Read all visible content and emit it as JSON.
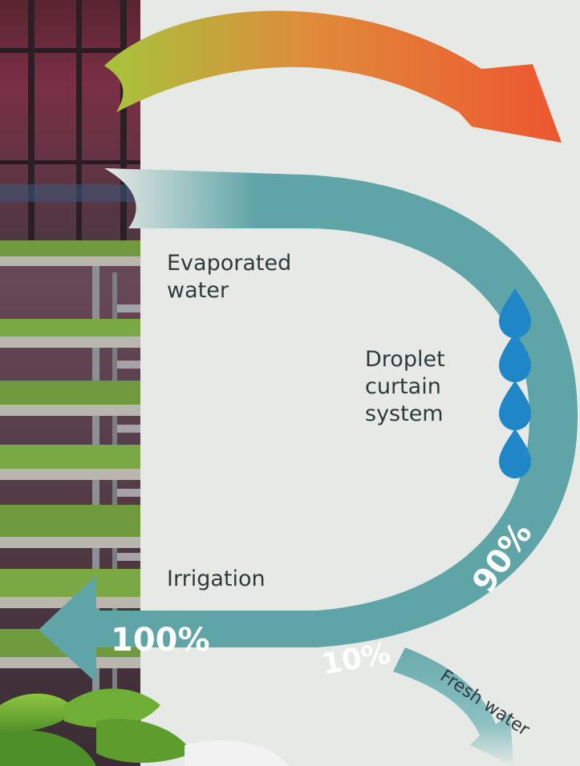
{
  "labels": {
    "evaporated": "Evaporated\nwater",
    "droplet": "Droplet\ncurtain\nsystem",
    "irrigation": "Irrigation",
    "fresh_water": "Fresh water"
  },
  "percentages": {
    "irrigation": "100%",
    "fresh": "10%",
    "recycled": "90%"
  },
  "colors": {
    "background": "#e6e9e5",
    "teal": "#5fa5a8",
    "droplet": "#1f86c8",
    "warm_start": "#a6c43c",
    "warm_end": "#ee5630",
    "text": "#2f3a3d"
  },
  "icons": [
    "water-drop-icon",
    "water-drop-icon",
    "water-drop-icon",
    "water-drop-icon"
  ]
}
